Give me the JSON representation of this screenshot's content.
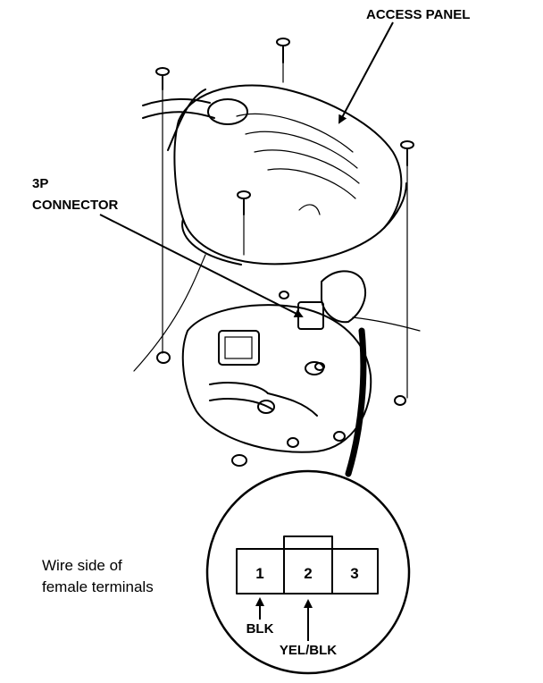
{
  "labels": {
    "access_panel": "ACCESS PANEL",
    "connector_line1": "3P",
    "connector_line2": "CONNECTOR",
    "wire_side_line1": "Wire side of",
    "wire_side_line2": "female terminals"
  },
  "terminals": [
    {
      "number": "1"
    },
    {
      "number": "2"
    },
    {
      "number": "3"
    }
  ],
  "wires": {
    "terminal1": "BLK",
    "terminal2": "YEL/BLK"
  }
}
